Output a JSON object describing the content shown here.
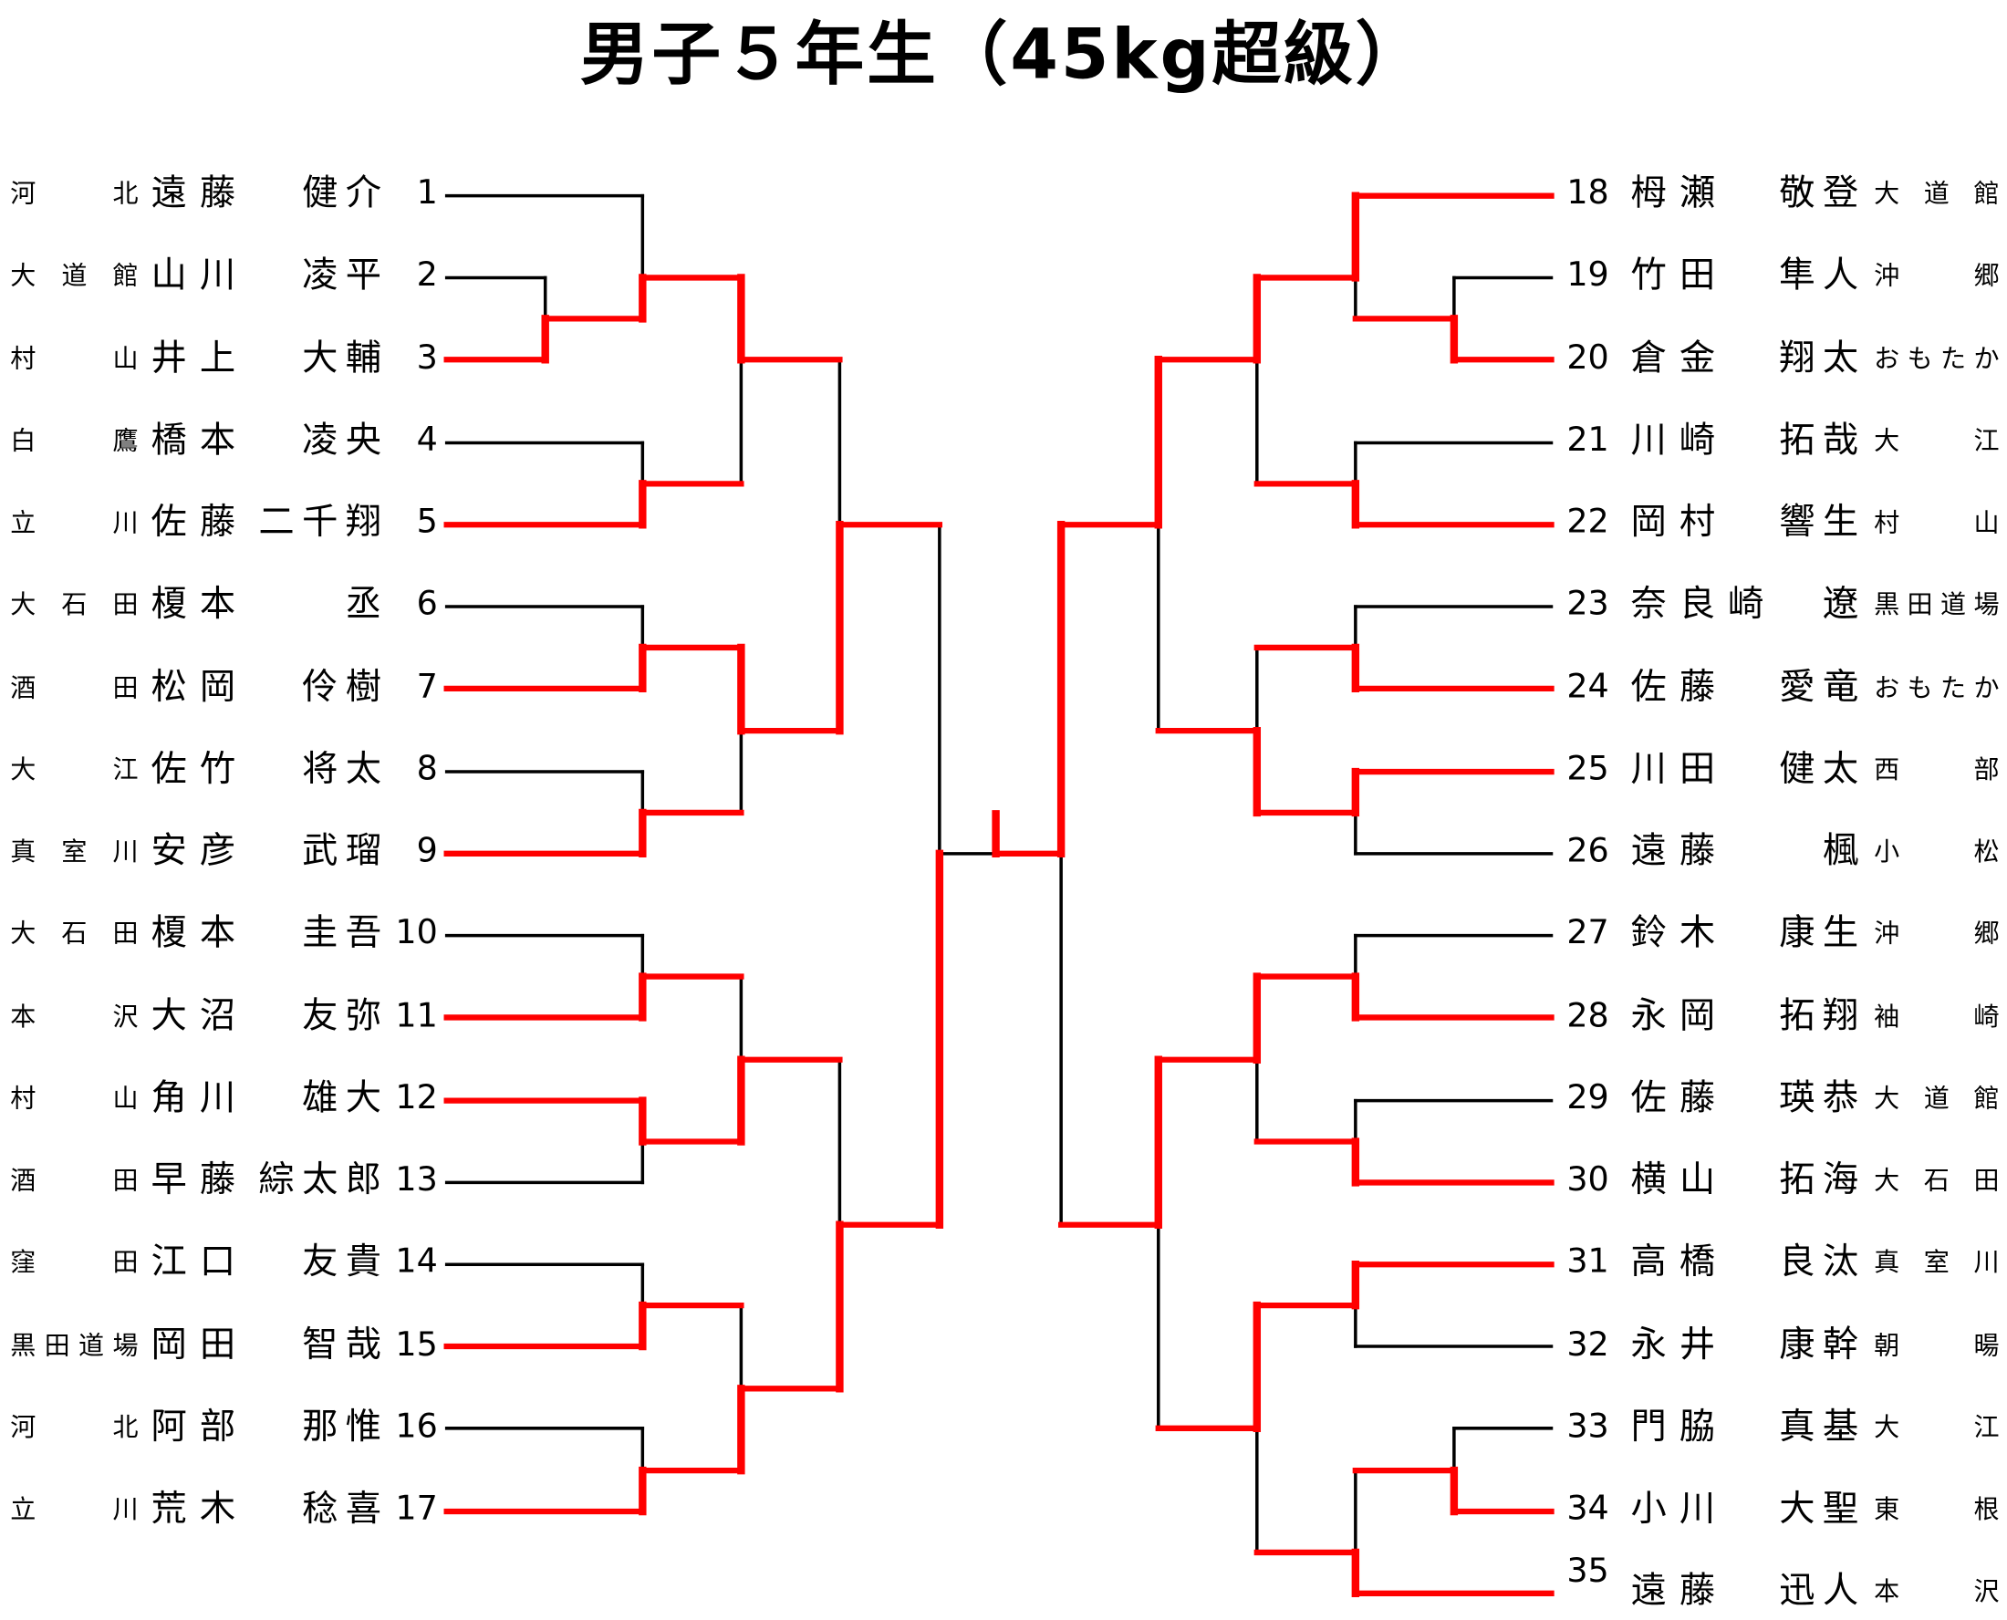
{
  "title": "男子５年生（45kg超級）",
  "colors": {
    "winner_line": "#ff0000",
    "line": "#000000"
  },
  "left": [
    {
      "no": "1",
      "family": "遠藤",
      "given": "健介",
      "school": "河北"
    },
    {
      "no": "2",
      "family": "山川",
      "given": "凌平",
      "school": "大道館"
    },
    {
      "no": "3",
      "family": "井上",
      "given": "大輔",
      "school": "村山"
    },
    {
      "no": "4",
      "family": "橋本",
      "given": "凌央",
      "school": "白鷹"
    },
    {
      "no": "5",
      "family": "佐藤",
      "given": "二千翔",
      "school": "立川"
    },
    {
      "no": "6",
      "family": "榎本",
      "given": "丞",
      "school": "大石田"
    },
    {
      "no": "7",
      "family": "松岡",
      "given": "伶樹",
      "school": "酒田"
    },
    {
      "no": "8",
      "family": "佐竹",
      "given": "将太",
      "school": "大江"
    },
    {
      "no": "9",
      "family": "安彦",
      "given": "武瑠",
      "school": "真室川"
    },
    {
      "no": "10",
      "family": "榎本",
      "given": "圭吾",
      "school": "大石田"
    },
    {
      "no": "11",
      "family": "大沼",
      "given": "友弥",
      "school": "本沢"
    },
    {
      "no": "12",
      "family": "角川",
      "given": "雄大",
      "school": "村山"
    },
    {
      "no": "13",
      "family": "早藤",
      "given": "綜太郎",
      "school": "酒田"
    },
    {
      "no": "14",
      "family": "江口",
      "given": "友貴",
      "school": "窪田"
    },
    {
      "no": "15",
      "family": "岡田",
      "given": "智哉",
      "school": "黒田道場"
    },
    {
      "no": "16",
      "family": "阿部",
      "given": "那惟",
      "school": "河北"
    },
    {
      "no": "17",
      "family": "荒木",
      "given": "稔喜",
      "school": "立川"
    }
  ],
  "right": [
    {
      "no": "18",
      "family": "栂瀬",
      "given": "敬登",
      "school": "大道館"
    },
    {
      "no": "19",
      "family": "竹田",
      "given": "隼人",
      "school": "沖郷"
    },
    {
      "no": "20",
      "family": "倉金",
      "given": "翔太",
      "school": "おもたか"
    },
    {
      "no": "21",
      "family": "川崎",
      "given": "拓哉",
      "school": "大江"
    },
    {
      "no": "22",
      "family": "岡村",
      "given": "響生",
      "school": "村山"
    },
    {
      "no": "23",
      "family": "奈良崎",
      "given": "遼",
      "school": "黒田道場"
    },
    {
      "no": "24",
      "family": "佐藤",
      "given": "愛竜",
      "school": "おもたか"
    },
    {
      "no": "25",
      "family": "川田",
      "given": "健太",
      "school": "西部"
    },
    {
      "no": "26",
      "family": "遠藤",
      "given": "楓",
      "school": "小松"
    },
    {
      "no": "27",
      "family": "鈴木",
      "given": "康生",
      "school": "沖郷"
    },
    {
      "no": "28",
      "family": "永岡",
      "given": "拓翔",
      "school": "袖崎"
    },
    {
      "no": "29",
      "family": "佐藤",
      "given": "瑛恭",
      "school": "大道館"
    },
    {
      "no": "30",
      "family": "横山",
      "given": "拓海",
      "school": "大石田"
    },
    {
      "no": "31",
      "family": "高橋",
      "given": "良汰",
      "school": "真室川"
    },
    {
      "no": "32",
      "family": "永井",
      "given": "康幹",
      "school": "朝暘"
    },
    {
      "no": "33",
      "family": "門脇",
      "given": "真基",
      "school": "大江"
    },
    {
      "no": "34",
      "family": "小川",
      "given": "大聖",
      "school": "東根"
    },
    {
      "no": "35",
      "family": "遠藤",
      "given": "迅人",
      "school": "本沢"
    }
  ]
}
